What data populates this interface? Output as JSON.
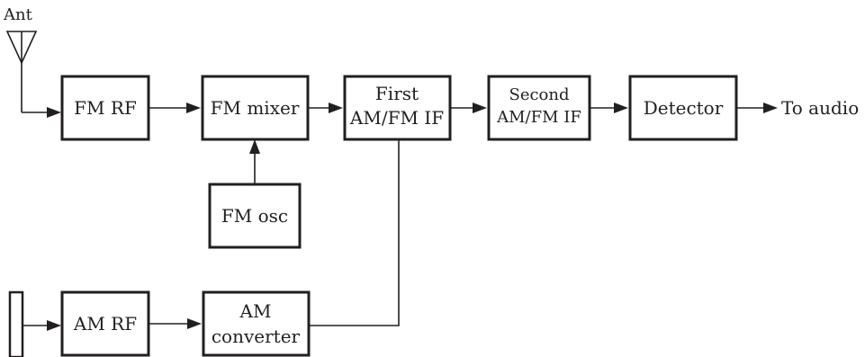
{
  "antenna_label": "Ant",
  "output_label": "To audio",
  "blocks": {
    "fm_rf": [
      "FM RF"
    ],
    "fm_mixer": [
      "FM mixer"
    ],
    "first_if": [
      "First",
      "AM/FM IF"
    ],
    "second_if": [
      "Second",
      "AM/FM IF"
    ],
    "detector": [
      "Detector"
    ],
    "fm_osc": [
      "FM osc"
    ],
    "am_rf": [
      "AM RF"
    ],
    "am_converter": [
      "AM",
      "converter"
    ]
  },
  "colors": {
    "line": "#231f20",
    "background": "#ffffff"
  },
  "icons": {
    "antenna": "fm-antenna-icon",
    "am_antenna": "am-loopstick-antenna-icon"
  }
}
